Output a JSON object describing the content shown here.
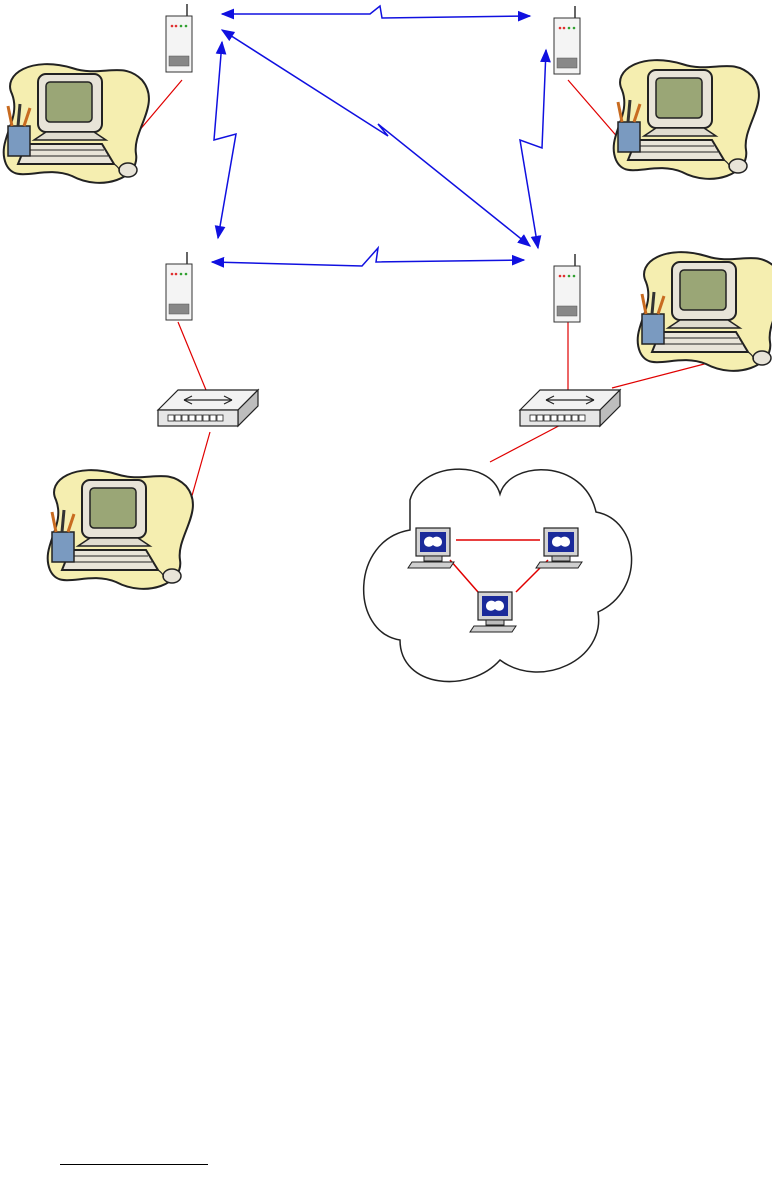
{
  "diagram": {
    "nodes": [
      {
        "id": "radio-tl",
        "kind": "radio-modem"
      },
      {
        "id": "radio-tr",
        "kind": "radio-modem"
      },
      {
        "id": "radio-bl",
        "kind": "radio-modem"
      },
      {
        "id": "radio-br",
        "kind": "radio-modem"
      },
      {
        "id": "pc-tl",
        "kind": "workstation-clipart"
      },
      {
        "id": "pc-tr",
        "kind": "workstation-clipart"
      },
      {
        "id": "pc-bl",
        "kind": "workstation-clipart"
      },
      {
        "id": "pc-br",
        "kind": "workstation-clipart"
      },
      {
        "id": "switch-left",
        "kind": "network-switch"
      },
      {
        "id": "switch-right",
        "kind": "network-switch"
      },
      {
        "id": "cloud",
        "kind": "network-cloud"
      },
      {
        "id": "cloud-pc-1",
        "kind": "cloud-computer"
      },
      {
        "id": "cloud-pc-2",
        "kind": "cloud-computer"
      },
      {
        "id": "cloud-pc-3",
        "kind": "cloud-computer"
      }
    ],
    "wireless_links": [
      [
        "radio-tl",
        "radio-tr"
      ],
      [
        "radio-tl",
        "radio-bl"
      ],
      [
        "radio-tl",
        "radio-br"
      ],
      [
        "radio-bl",
        "radio-br"
      ],
      [
        "radio-tr",
        "radio-br"
      ]
    ],
    "wired_links": [
      [
        "radio-tl",
        "pc-tl"
      ],
      [
        "radio-tr",
        "pc-tr"
      ],
      [
        "radio-bl",
        "switch-left"
      ],
      [
        "switch-left",
        "pc-bl"
      ],
      [
        "radio-br",
        "switch-right"
      ],
      [
        "switch-right",
        "pc-br"
      ],
      [
        "switch-right",
        "cloud"
      ],
      [
        "cloud-pc-1",
        "cloud-pc-2"
      ],
      [
        "cloud-pc-1",
        "cloud-pc-3"
      ],
      [
        "cloud-pc-2",
        "cloud-pc-3"
      ]
    ],
    "colors": {
      "wireless": "#1010e0",
      "wired": "#e00000",
      "blob": "#f5eeb0",
      "monitor_screen": "#9aa676",
      "cloud_screen": "#1a2a9a"
    }
  }
}
